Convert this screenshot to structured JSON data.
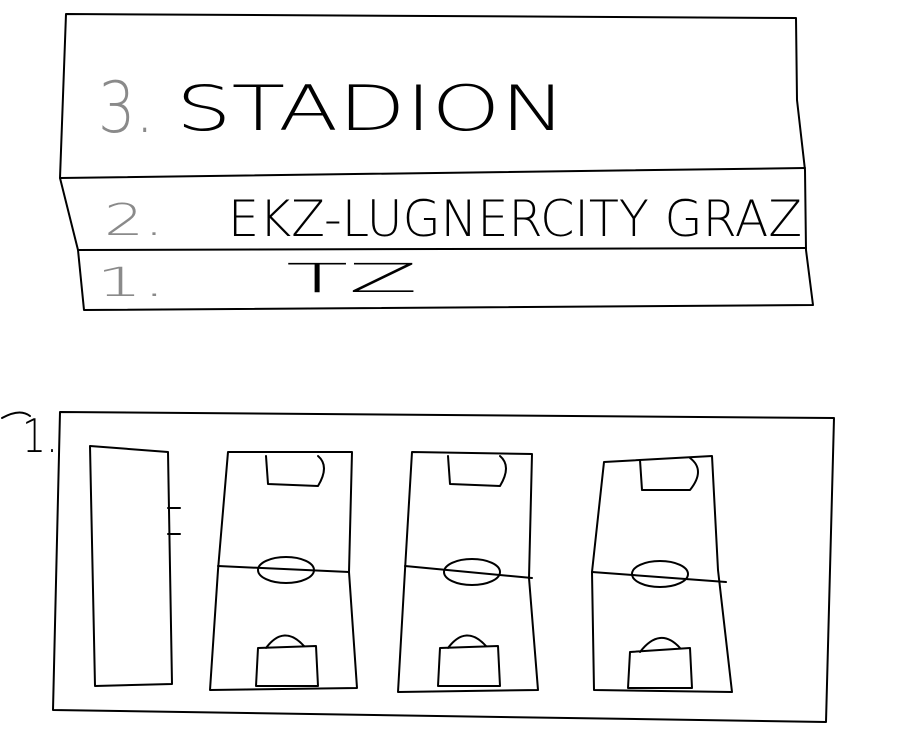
{
  "building_section": {
    "floors": [
      {
        "number": "3.",
        "name": "STADION"
      },
      {
        "number": "2.",
        "name": "EKZ-LUGNERCITY GRAZ"
      },
      {
        "number": "1.",
        "name": "TZ"
      }
    ]
  },
  "floor_plan": {
    "label": "1.",
    "fields_count": 3
  }
}
